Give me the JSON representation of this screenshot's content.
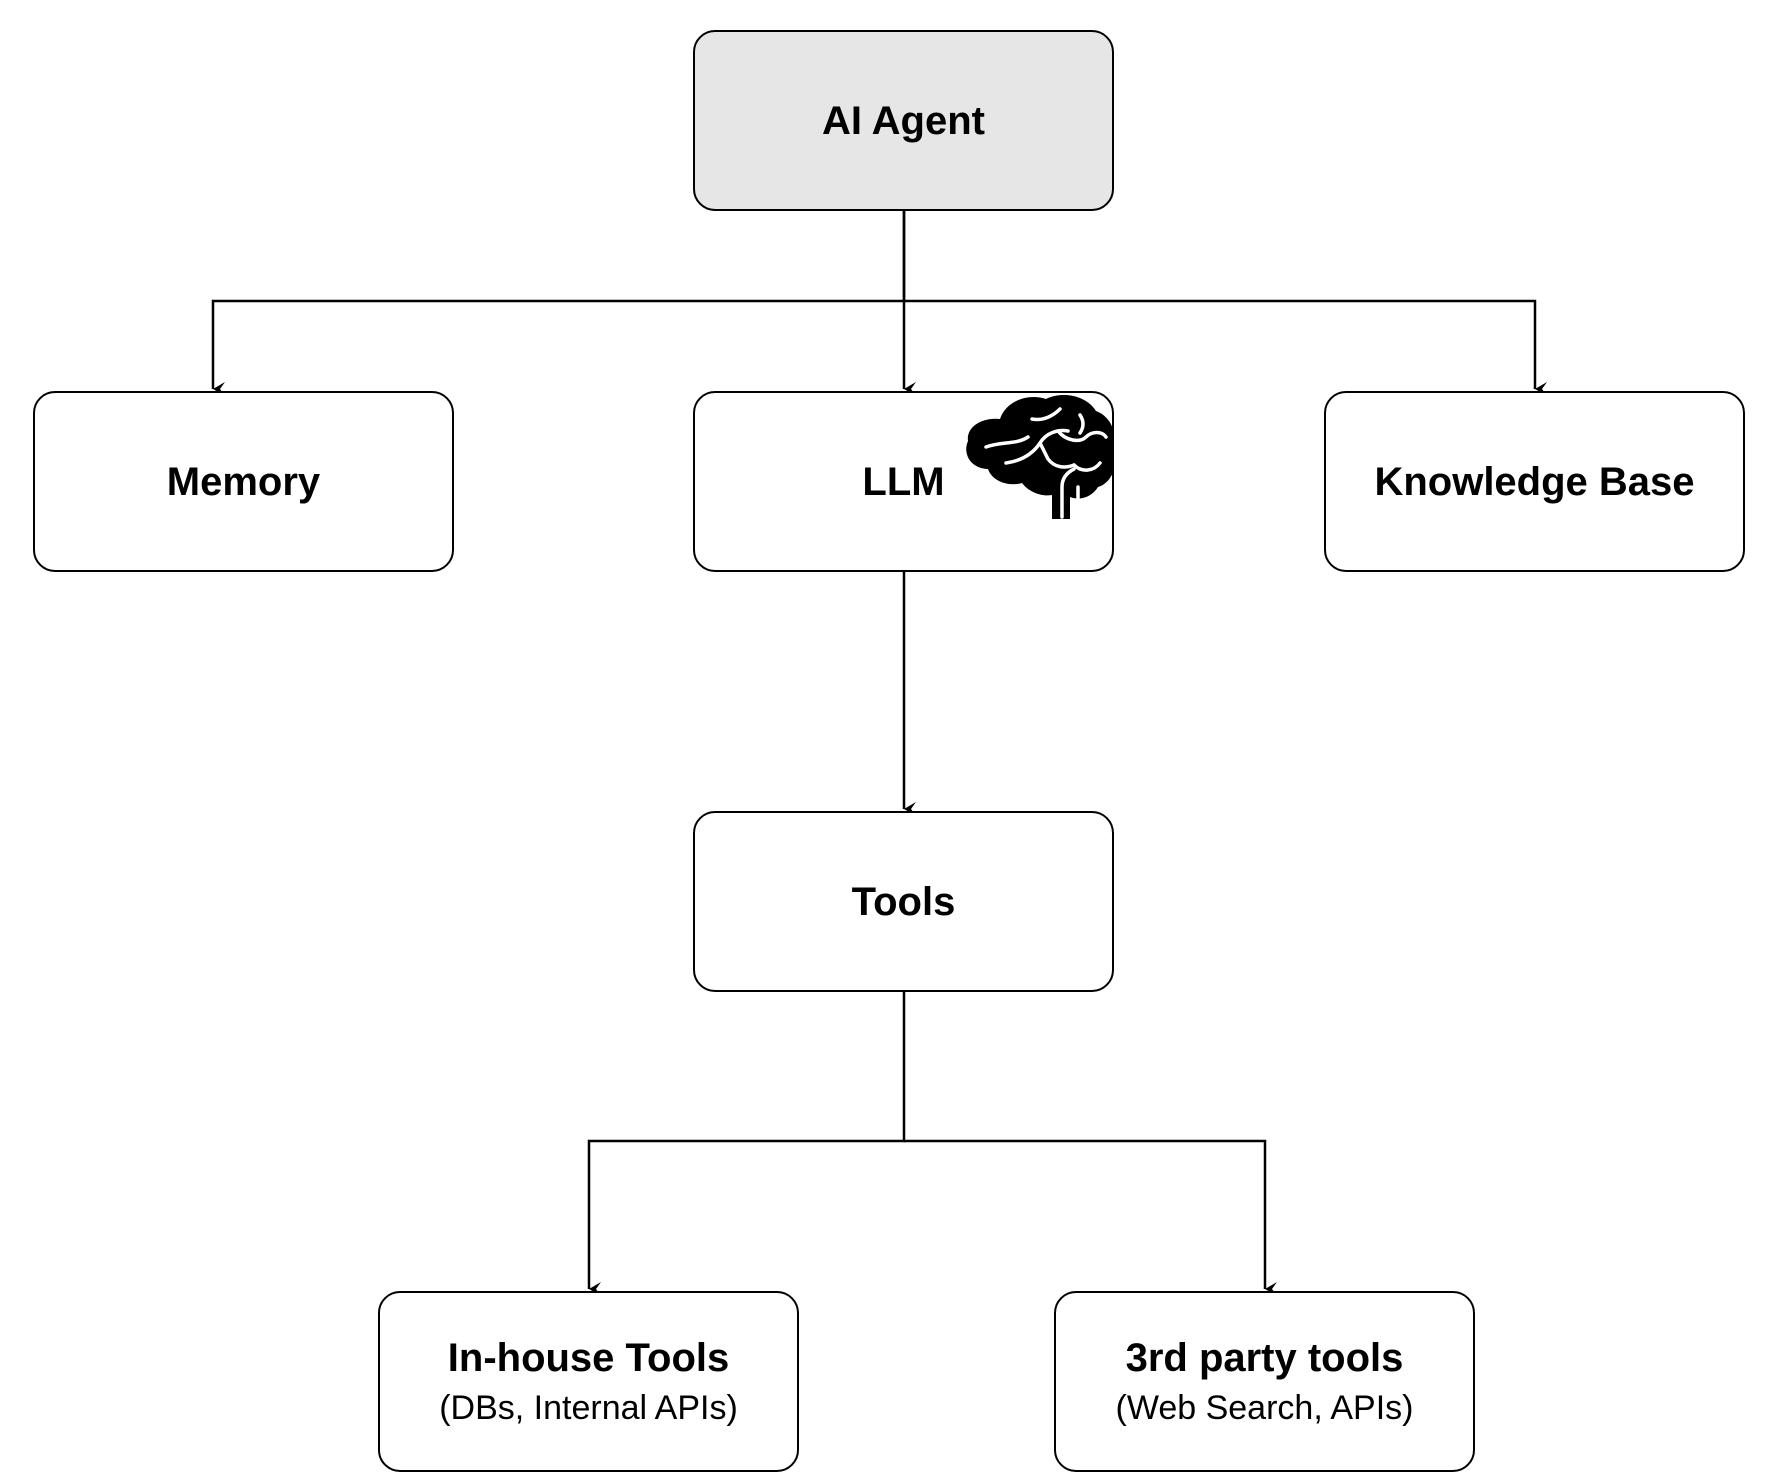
{
  "nodes": {
    "ai_agent": {
      "title": "AI Agent"
    },
    "memory": {
      "title": "Memory"
    },
    "llm": {
      "title": "LLM",
      "icon": "brain-icon"
    },
    "knowledge_base": {
      "title": "Knowledge Base"
    },
    "tools": {
      "title": "Tools"
    },
    "inhouse_tools": {
      "title": "In-house Tools",
      "subtitle": "(DBs, Internal APIs)"
    },
    "third_party_tools": {
      "title": "3rd party tools",
      "subtitle": "(Web Search, APIs)"
    }
  },
  "edges": [
    {
      "from": "ai_agent",
      "to": "memory"
    },
    {
      "from": "ai_agent",
      "to": "llm"
    },
    {
      "from": "ai_agent",
      "to": "knowledge_base"
    },
    {
      "from": "llm",
      "to": "tools"
    },
    {
      "from": "tools",
      "to": "inhouse_tools"
    },
    {
      "from": "tools",
      "to": "third_party_tools"
    }
  ],
  "colors": {
    "root_fill": "#e6e6e6",
    "node_fill": "#ffffff",
    "stroke": "#000000"
  }
}
